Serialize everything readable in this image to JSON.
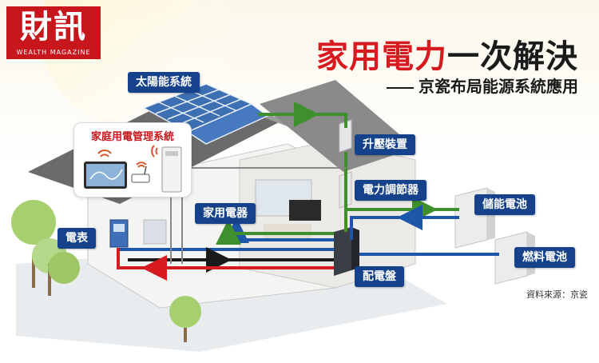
{
  "header": {
    "logo_main": "財訊",
    "logo_sub": "WEALTH MAGAZINE",
    "title_red": "家用電力",
    "title_dark": "一次解決",
    "subtitle": "京瓷布局能源系統應用"
  },
  "labels": {
    "solar": "太陽能系統",
    "hems": "家庭用電管理系統",
    "booster": "升壓裝置",
    "conditioner": "電力調節器",
    "storage_battery": "儲能電池",
    "appliances": "家用電器",
    "meter": "電表",
    "fuel_cell": "燃料電池",
    "distribution_board": "配電盤"
  },
  "source": "資料來源：京瓷",
  "colors": {
    "brand_red": "#c8161d",
    "label_blue": "#15428b",
    "flow_green": "#3f8f2e",
    "flow_blue": "#1f57a8",
    "flow_red": "#d71920",
    "flow_black": "#1a1a1a"
  }
}
